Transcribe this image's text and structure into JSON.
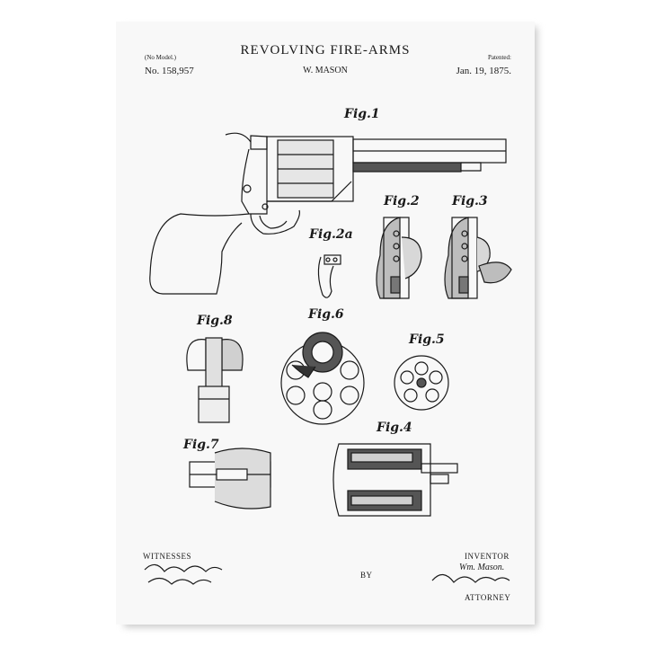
{
  "header": {
    "title": "REVOLVING FIRE-ARMS",
    "no_model": "(No Model.)",
    "patent_number": "No. 158,957",
    "inventor": "W. MASON",
    "patented_label": "Patented:",
    "patent_date": "Jan. 19, 1875."
  },
  "figures": {
    "fig1": "Fig.1",
    "fig2": "Fig.2",
    "fig2a": "Fig.2a",
    "fig3": "Fig.3",
    "fig4": "Fig.4",
    "fig5": "Fig.5",
    "fig6": "Fig.6",
    "fig7": "Fig.7",
    "fig8": "Fig.8"
  },
  "footer": {
    "witnesses": "WITNESSES",
    "inventor_label": "INVENTOR",
    "inventor_signature": "Wm. Mason.",
    "by": "BY",
    "attorney": "ATTORNEY"
  },
  "colors": {
    "paper": "#f8f8f8",
    "ink": "#1a1a1a",
    "shadow": "#c9c9c9"
  }
}
